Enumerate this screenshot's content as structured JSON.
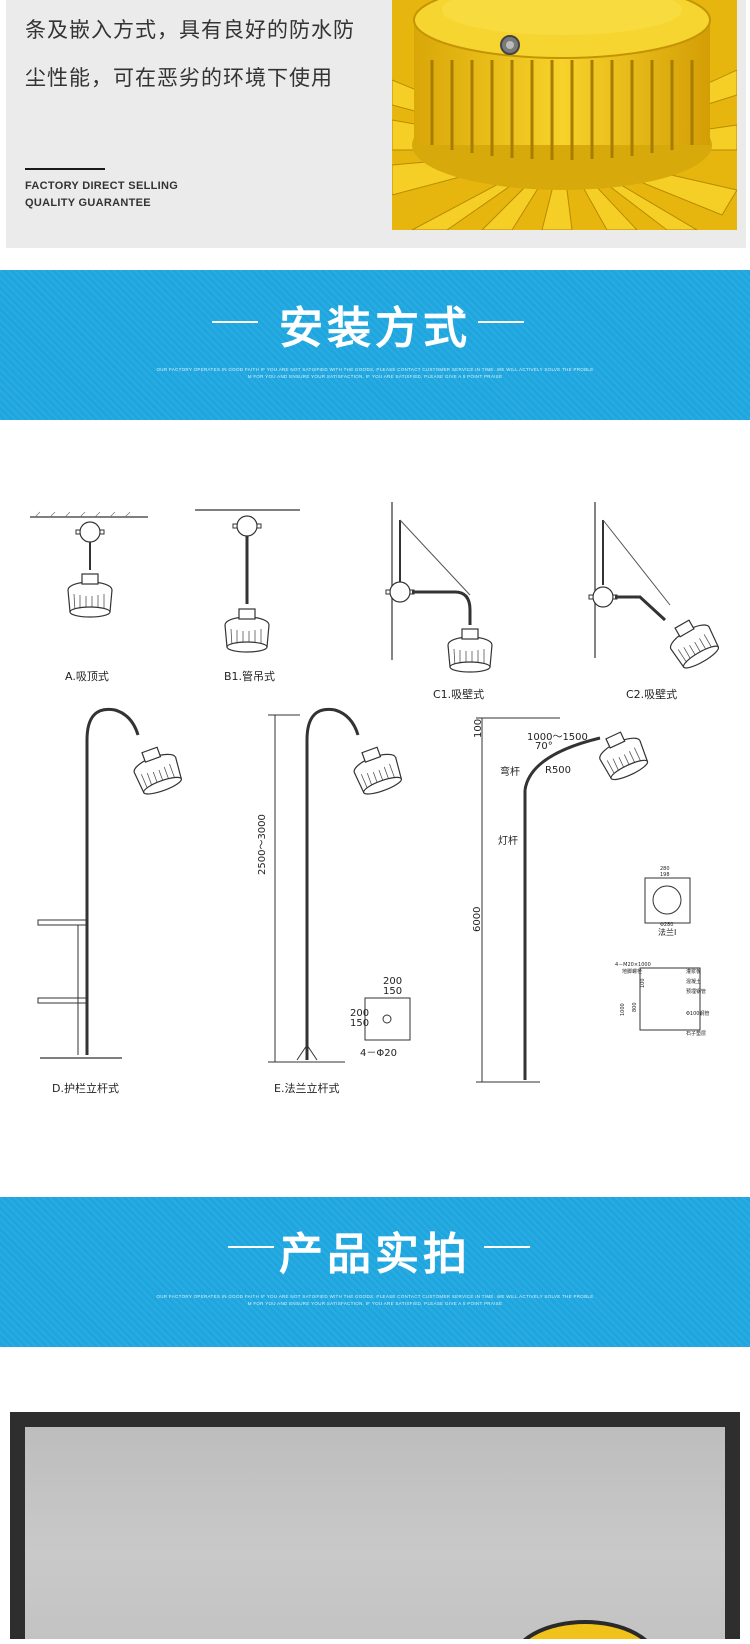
{
  "intro": {
    "line1": "条及嵌入方式，具有良好的防水防",
    "line2": "尘性能，可在恶劣的环境下使用",
    "factory_line1": "FACTORY DIRECT SELLING",
    "factory_line2": "QUALITY GUARANTEE"
  },
  "install_banner": {
    "title": "安装方式",
    "subtitle_line1": "OUR FACTORY OPERATES IN GOOD FAITH IF YOU ARE NOT SATISFIED WITH THE GOODS, PLEASE CONTACT CUSTOMER SERVICE IN TIME. WE WILL ACTIVELY SOLVE THE PROBLE",
    "subtitle_line2": "M FOR YOU AND ENSURE YOUR SATISFACTION. IF YOU ARE SATISFIED, PLEASE GIVE A 5 POINT PRAISE"
  },
  "diagrams": {
    "a_caption": "A.吸顶式",
    "b1_caption": "B1.管吊式",
    "c1_caption": "C1.吸壁式",
    "c2_caption": "C2.吸壁式",
    "d_caption": "D.护栏立杆式",
    "e_caption": "E.法兰立杆式",
    "height_range": "2500～3000",
    "flange_w1": "200",
    "flange_w2": "150",
    "flange_h1": "200",
    "flange_h2": "150",
    "flange_holes": "4－Φ20",
    "arm_length": "1000～1500",
    "arm_angle": "70°",
    "arm_radius": "R500",
    "pole_height": "6000",
    "top_dim": "100",
    "bend_label": "弯杆",
    "pole_label": "灯杆",
    "flange_label": "法兰Ⅰ",
    "flange_dim_a": "280",
    "flange_dim_b": "198",
    "flange_dim_c": "Φ280",
    "found_bolt": "4－M20×1000",
    "found_label1": "地脚螺栓",
    "found_label2": "混凝土",
    "found_label3": "预埋钢管",
    "found_label4": "Φ100钢管",
    "found_label5": "石子垫层",
    "found_label6": "灌浆板",
    "found_depth": "1000",
    "found_h2": "100",
    "found_h3": "800"
  },
  "photo_banner": {
    "title": "产品实拍",
    "subtitle_line1": "OUR FACTORY OPERATES IN GOOD FAITH IF YOU ARE NOT SATISFIED WITH THE GOODS, PLEASE CONTACT CUSTOMER SERVICE IN TIME. WE WILL ACTIVELY SOLVE THE PROBLE",
    "subtitle_line2": "M FOR YOU AND ENSURE YOUR SATISFACTION. IF YOU ARE SATISFIED, PLEASE GIVE A 5 POINT PRAISE"
  },
  "colors": {
    "banner_blue": "#1ea6df",
    "lamp_yellow": "#f2c618"
  }
}
